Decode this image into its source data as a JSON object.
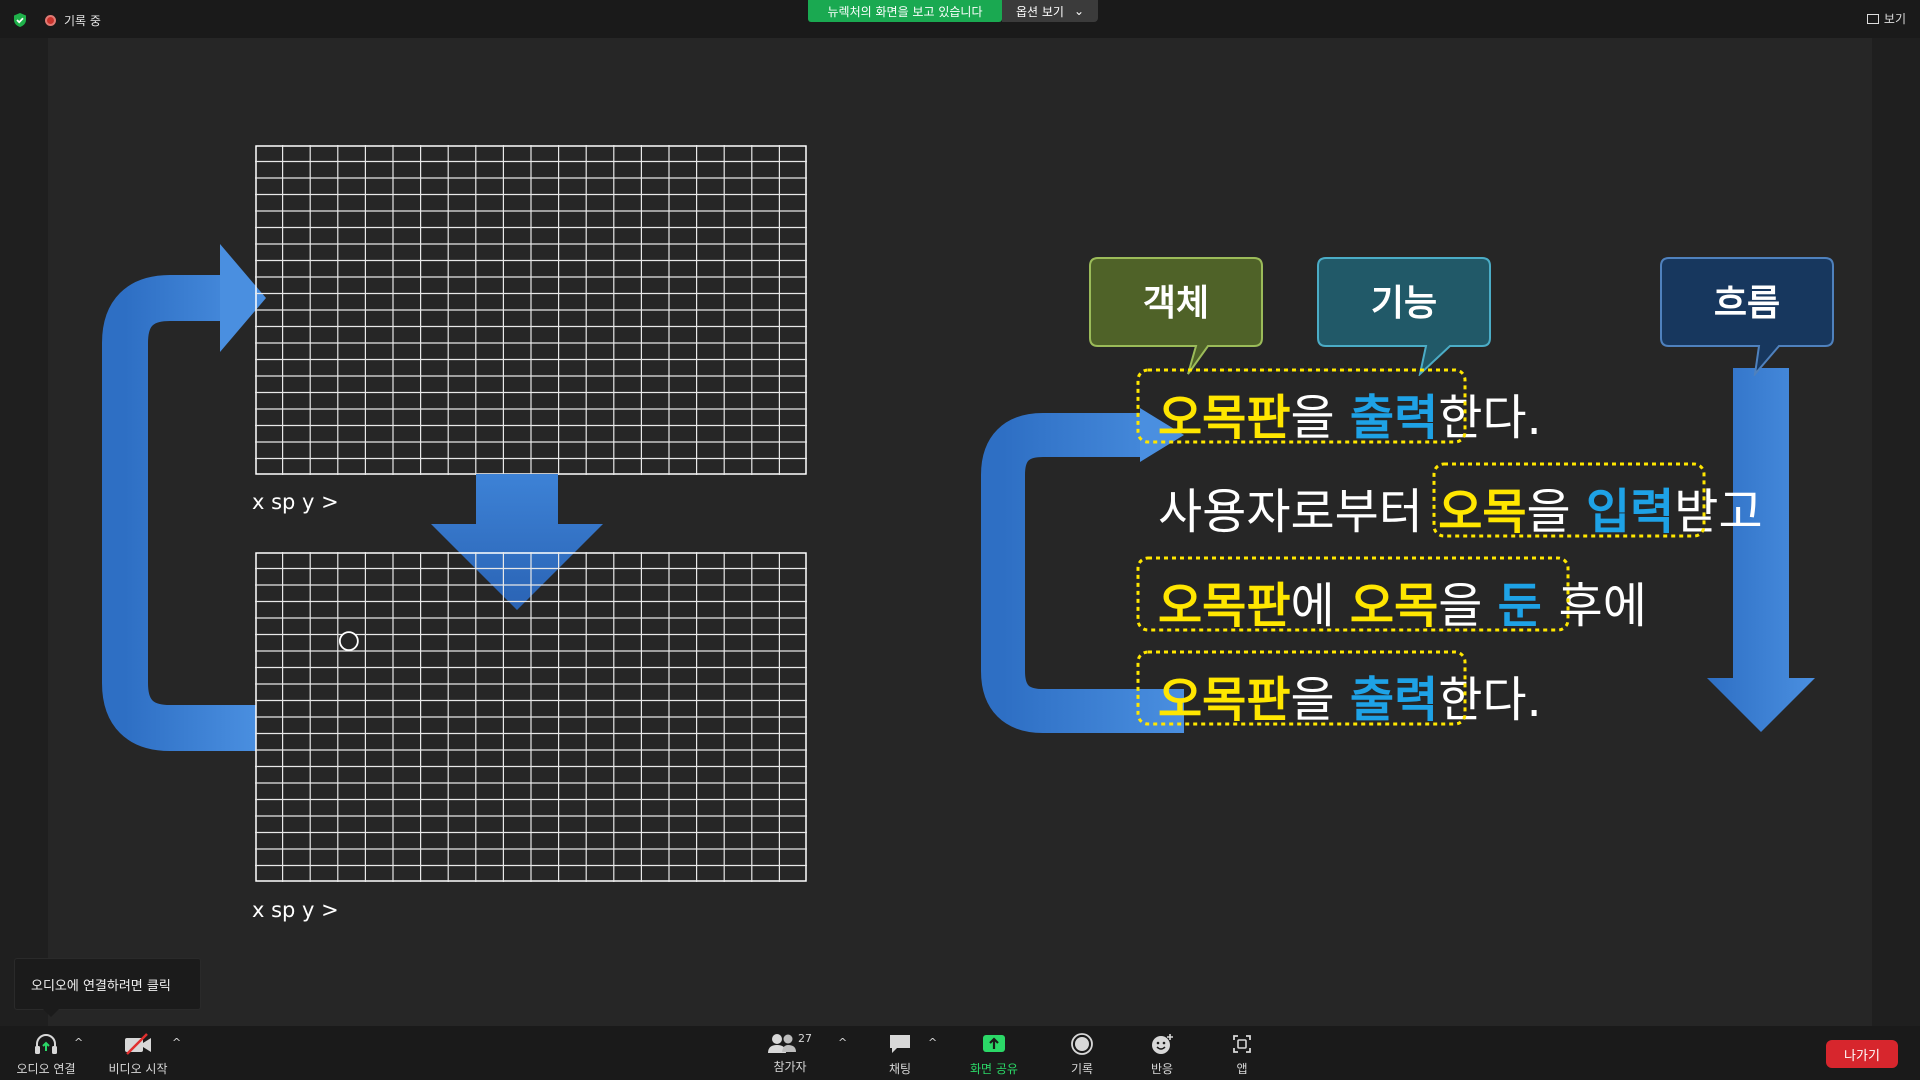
{
  "top": {
    "recording": "기록 중",
    "share_banner": "뉴렉처의 화면을 보고 있습니다",
    "view_options": "옵션 보기",
    "view": "보기"
  },
  "slide": {
    "prompt_top": "x sp y >",
    "prompt_bottom": "x sp y >",
    "bubbles": {
      "object": "객체",
      "function": "기능",
      "flow": "흐름"
    },
    "lines": [
      [
        "오목판",
        "을 ",
        "출력",
        "한다."
      ],
      [
        "사용자로부터 ",
        "오목",
        "을 ",
        "입력",
        "받고"
      ],
      [
        "오목판",
        "에 ",
        "오목",
        "을 ",
        "둔 ",
        "후에"
      ],
      [
        "오목판",
        "을 ",
        "출력",
        "한다."
      ]
    ]
  },
  "tooltip": "오디오에 연결하려면 클릭",
  "toolbar": {
    "audio": "오디오 연결",
    "video": "비디오 시작",
    "participants": "참가자",
    "participants_count": "27",
    "chat": "채팅",
    "share": "화면 공유",
    "record": "기록",
    "reactions": "반응",
    "apps": "앱",
    "leave": "나가기"
  },
  "colors": {
    "yellow": "#ffe600",
    "blue": "#1ea2e6",
    "bubble_object": "#4f6228",
    "bubble_function": "#215968",
    "bubble_flow": "#17375e",
    "share_green": "#1aa951",
    "leave_red": "#d7262d"
  }
}
